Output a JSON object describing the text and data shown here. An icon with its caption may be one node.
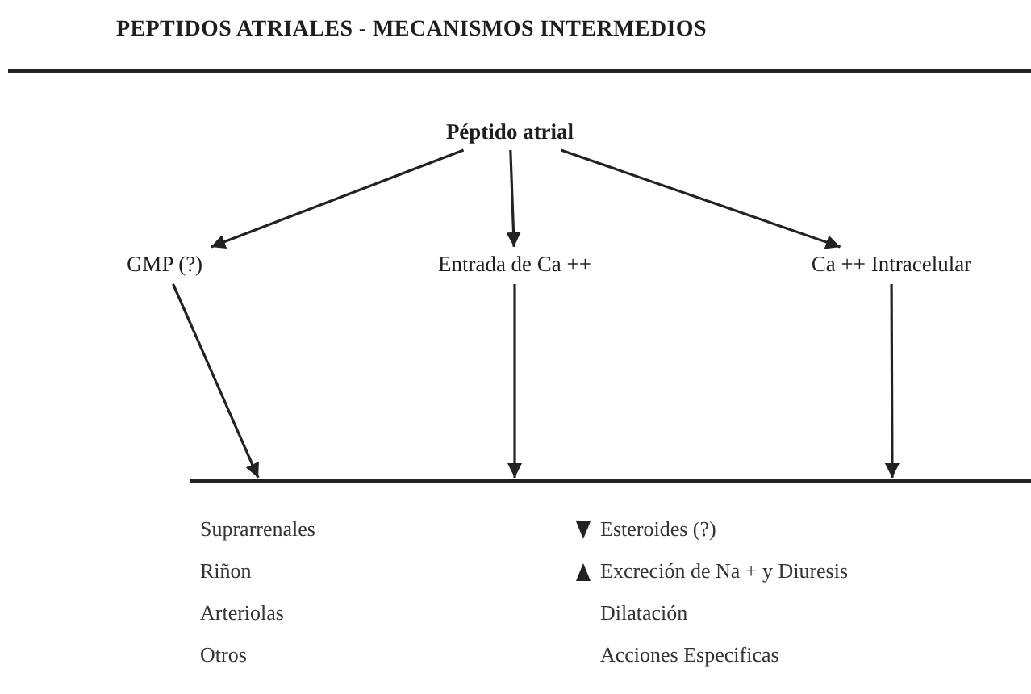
{
  "diagram": {
    "title": "PEPTIDOS ATRIALES - MECANISMOS INTERMEDIOS",
    "nodes": [
      {
        "text": [
          "Péptido atrial"
        ]
      },
      {
        "text": [
          "GMP (?)"
        ]
      },
      {
        "text": [
          "Entrada de Ca ++"
        ]
      },
      {
        "text": [
          "Ca ++ Intracelular"
        ]
      },
      {
        "text": [],
        "shape": "bar"
      }
    ],
    "edges": [
      {
        "from": 0,
        "to": 1,
        "arrow": "to"
      },
      {
        "from": 0,
        "to": 2,
        "arrow": "to"
      },
      {
        "from": 0,
        "to": 3,
        "arrow": "to"
      },
      {
        "from": 1,
        "to": 4,
        "arrow": "to"
      },
      {
        "from": 2,
        "to": 4,
        "arrow": "to"
      },
      {
        "from": 3,
        "to": 4,
        "arrow": "to"
      }
    ],
    "labels": [
      "Suprarrenales",
      "Esteroides (?)",
      "Riñon",
      "Excreción de Na + y Diuresis",
      "Arteriolas",
      "Dilatación",
      "Otros",
      "Acciones Especificas"
    ]
  }
}
